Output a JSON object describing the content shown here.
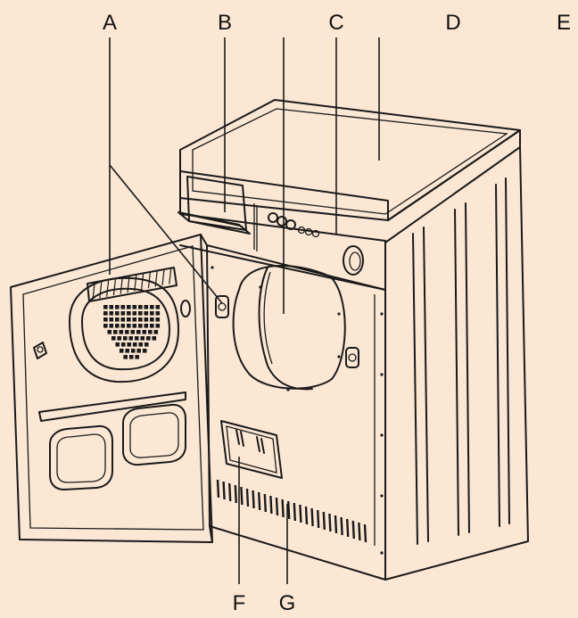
{
  "diagram": {
    "background_color": "#fbe7d3",
    "line_color": "#1a1a1a",
    "labels": {
      "A": "A",
      "B": "B",
      "C": "C",
      "D": "D",
      "E": "E",
      "F": "F",
      "G": "G"
    }
  }
}
